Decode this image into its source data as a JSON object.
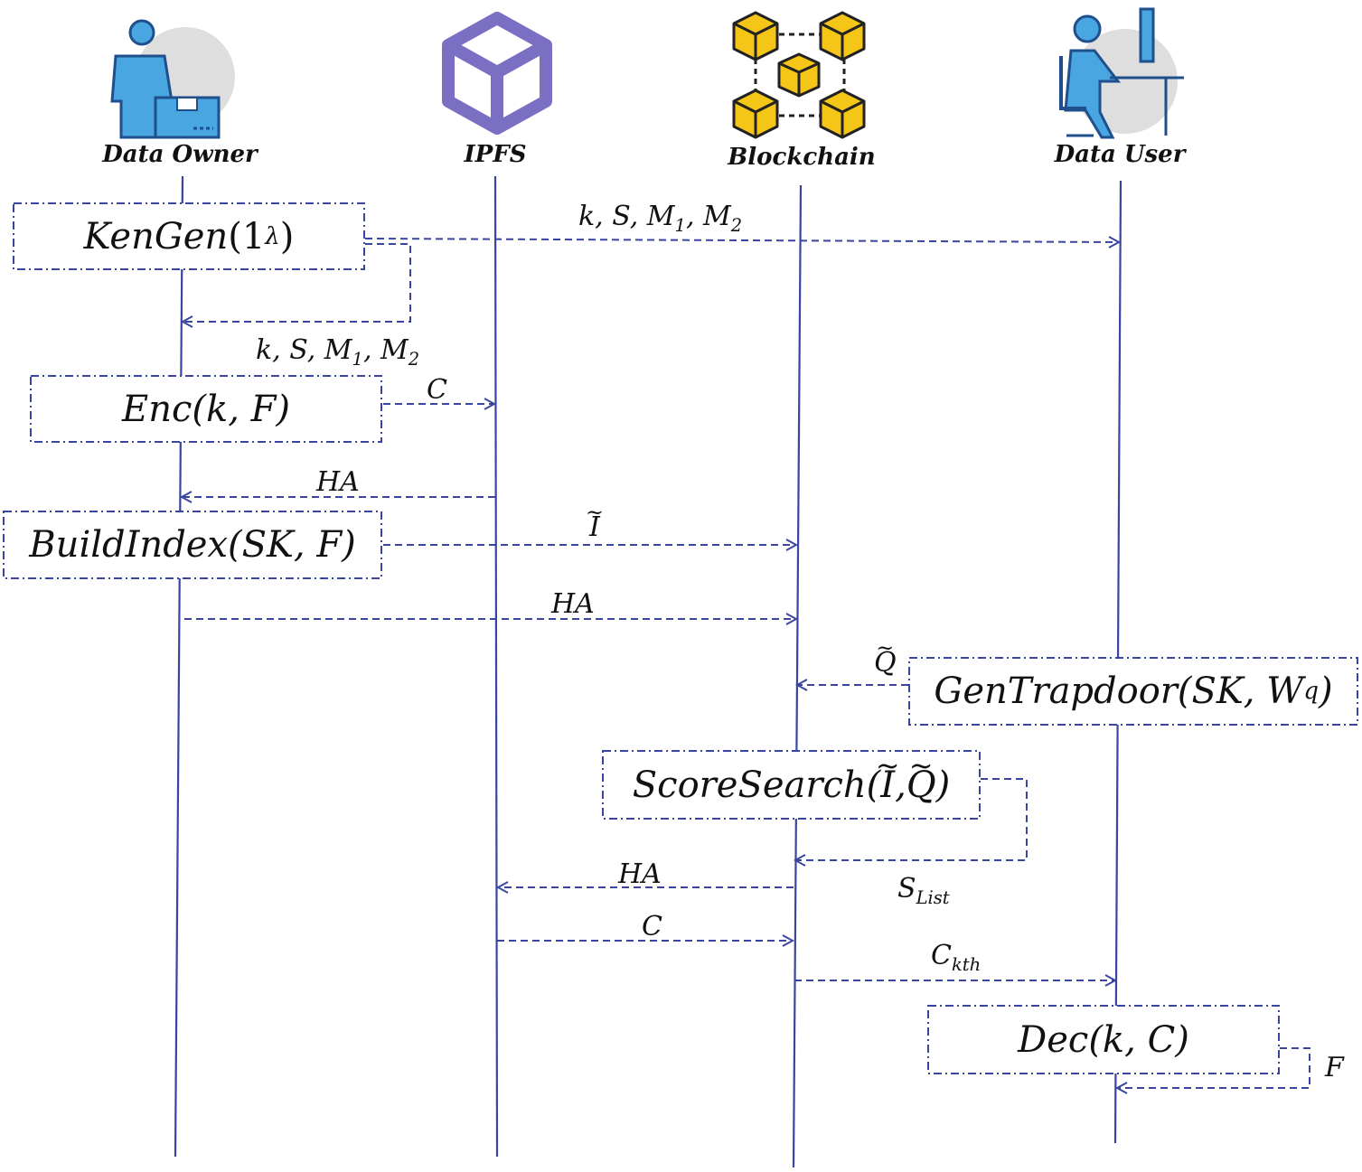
{
  "actors": [
    {
      "label": "Data Owner",
      "icon": "data-owner-icon"
    },
    {
      "label": "IPFS",
      "icon": "ipfs-cube-icon"
    },
    {
      "label": "Blockchain",
      "icon": "blockchain-icon"
    },
    {
      "label": "Data User",
      "icon": "data-user-icon"
    }
  ],
  "processes": {
    "keygen": {
      "name": "KenGen",
      "arg": "1",
      "sup": "λ"
    },
    "enc": "Enc(k, F)",
    "buildindex": "BuildIndex(SK, F)",
    "gentrapdoor": {
      "name": "GenTrapdoor(SK, W",
      "sub": "q",
      "close": ")"
    },
    "scoresearch": {
      "name": "ScoreSearch(",
      "a": "I",
      "sep": ", ",
      "b": "Q",
      "close": ")"
    },
    "dec": "Dec(k, C)"
  },
  "messages": {
    "keys_to_user": {
      "text": "k, S, M",
      "s1": "1",
      "mid": ", M",
      "s2": "2"
    },
    "keys_to_owner": {
      "text": "k, S, M",
      "s1": "1",
      "mid": ", M",
      "s2": "2"
    },
    "c_to_ipfs": "C",
    "ha_to_owner": "HA",
    "index": "I",
    "ha_to_chain": "HA",
    "trapdoor": "Q",
    "s_list": {
      "base": "S",
      "sub": "List"
    },
    "ha_to_ipfs": "HA",
    "c_to_chain": "C",
    "c_kth": {
      "base": "C",
      "sub": "kth"
    },
    "f": "F"
  },
  "colors": {
    "line": "#3a45a0",
    "icon_blue": "#2b6db0",
    "icon_light": "#4aa6e0",
    "cube": "#f5c518",
    "ipfs": "#7b6fc4"
  }
}
